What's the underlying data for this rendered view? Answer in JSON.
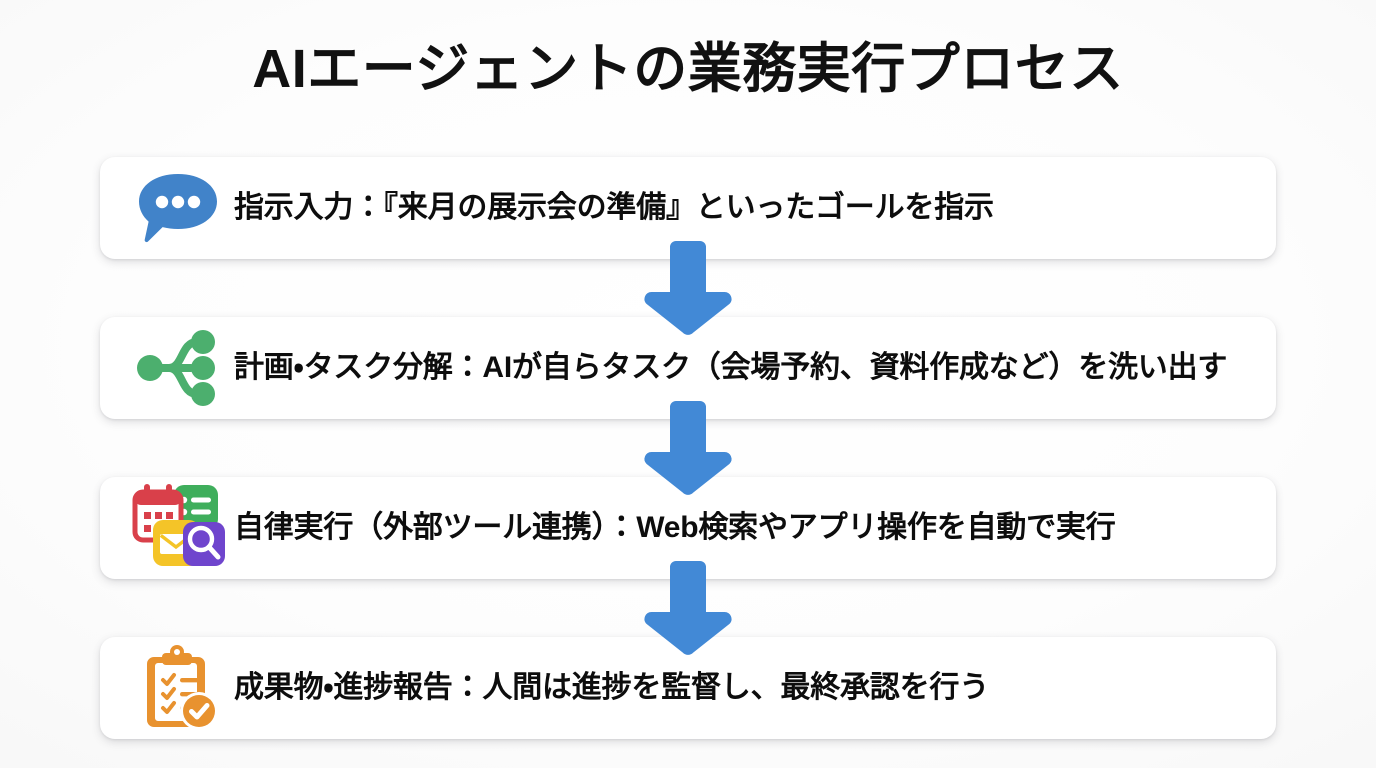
{
  "page": {
    "title": "AIエージェントの業務実行プロセス",
    "background_color": "#ffffff",
    "arrow_color": "#4289d6",
    "card_background": "#ffffff",
    "text_color": "#0d0d0d"
  },
  "steps": [
    {
      "index": "1",
      "icon": "speech-bubble-icon",
      "icon_color": "#4183c9",
      "text": "指示入力：『来月の展示会の準備』といったゴールを指示"
    },
    {
      "index": "2",
      "icon": "share-branch-icon",
      "icon_color": "#4caf6e",
      "text": "計画・タスク分解：AIが自らタスク（会場予約、資料作成など）を洗い出す"
    },
    {
      "index": "3",
      "icon": "tool-cluster-icon",
      "icon_color": "#7b4fd4",
      "text": "自律実行（外部ツール連携）：Web検索やアプリ操作を自動で実行"
    },
    {
      "index": "4",
      "icon": "clipboard-check-icon",
      "icon_color": "#e8922f",
      "text": "成果物・進捗報告：人間は進捗を監督し、最終承認を行う"
    }
  ],
  "connectors": [
    {
      "icon": "arrow-down-icon",
      "color": "#4289d6"
    },
    {
      "icon": "arrow-down-icon",
      "color": "#4289d6"
    },
    {
      "icon": "arrow-down-icon",
      "color": "#4289d6"
    }
  ]
}
